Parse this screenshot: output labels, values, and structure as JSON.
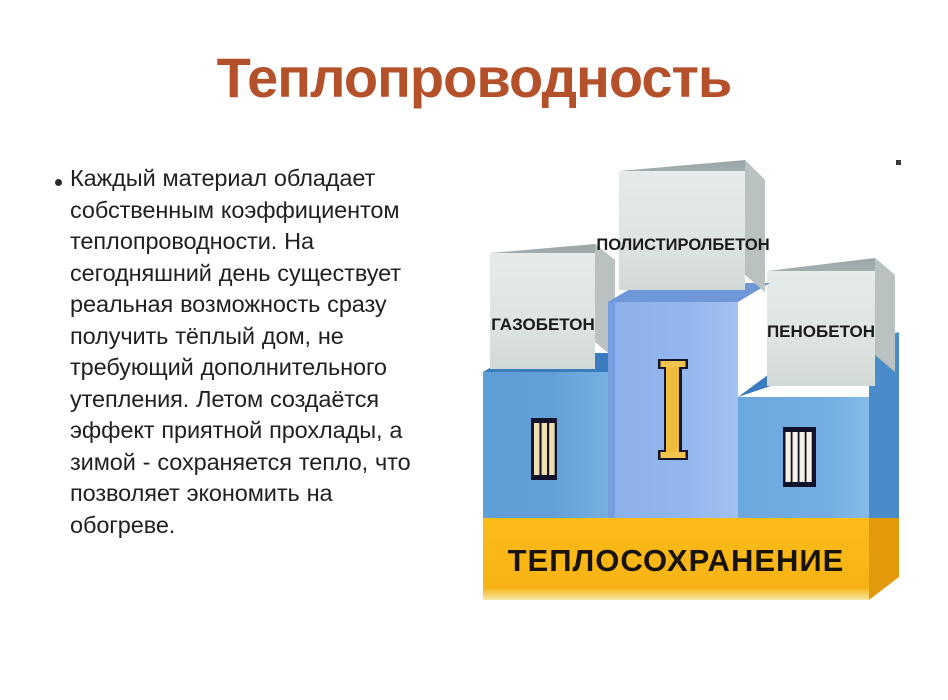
{
  "slide": {
    "title": "Теплопроводность",
    "title_color": "#b5512a",
    "background_color": "#ffffff"
  },
  "content": {
    "bullet_glyph": "•",
    "paragraph": "Каждый материал обладает собственным коэффициентом теплопроводности. На сегодняшний день существует реальная возможность сразу получить тёплый дом, не требующий дополнительного утепления. Летом создаётся эффект приятной прохлады, а зимой - сохраняется тепло, что позволяет экономить на обогреве."
  },
  "illustration": {
    "base_band_label": "ТЕПЛОСОХРАНЕНИЕ",
    "base_color": "#f9b816",
    "base_side_color": "#e09a0b",
    "base_top_color": "#fbd25f",
    "pillars": [
      {
        "name": "left-pillar",
        "material": "ГАЗОБЕТОН",
        "face_color": "#5b9bd5",
        "top_color": "#3b7cbe",
        "radiator_bars": 3,
        "radiator_color": "#efe4b8"
      },
      {
        "name": "center-pillar",
        "material": "ПОЛИСТИРОЛБЕТОН",
        "face_color": "#8fb4ec",
        "top_color": "#6f97d8",
        "radiator_bars": 1,
        "radiator_color": "#f2bd3a"
      },
      {
        "name": "right-pillar",
        "material": "ПЕНОБЕТОН",
        "face_color": "#6aa7dd",
        "top_color": "#3b7cbe",
        "radiator_bars": 4,
        "radiator_color": "#f3f0e3"
      }
    ],
    "block_face_color": "#dfe5e3",
    "block_top_color": "#8d9a9c",
    "block_side_color": "#c3cbca"
  }
}
